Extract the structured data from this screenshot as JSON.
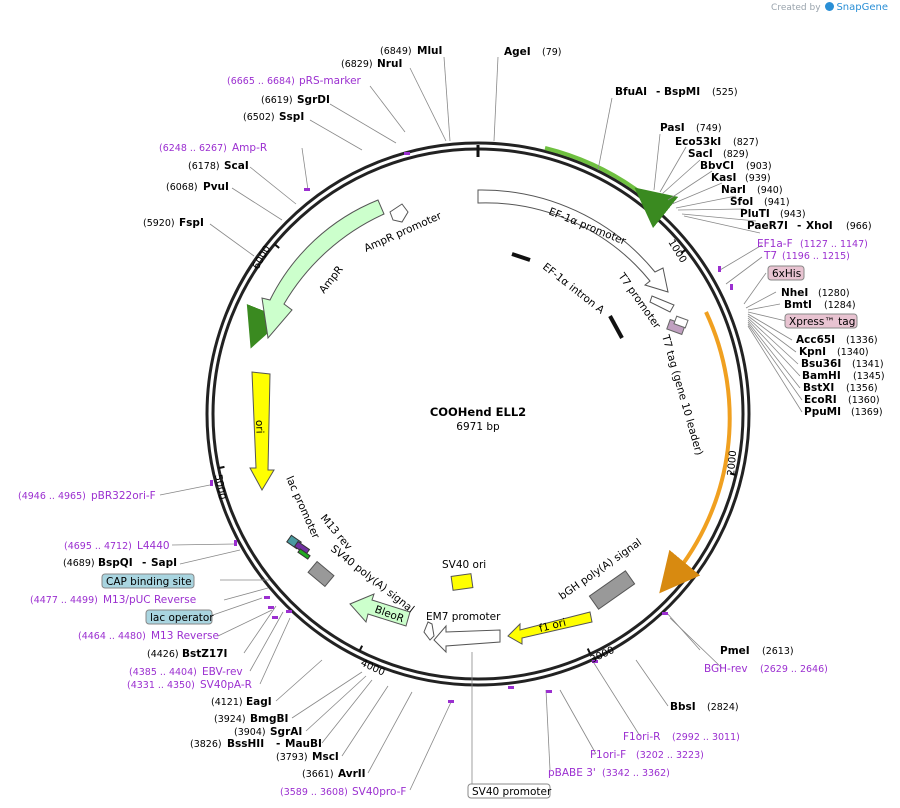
{
  "credit": {
    "created_by": "Created by",
    "brand": "SnapGene"
  },
  "plasmid": {
    "name": "COOHend ELL2",
    "size": "6971 bp"
  },
  "ticks": [
    "1000",
    "2000",
    "3000",
    "4000",
    "5000",
    "6000"
  ],
  "enzymes": {
    "mlui": {
      "pos": "(6849)",
      "name": "MluI"
    },
    "agei": {
      "name": "AgeI",
      "pos": "(79)"
    },
    "srui": {
      "pos": "(6829)",
      "name": "NruI"
    },
    "sgrdi": {
      "pos": "(6619)",
      "name": "SgrDI"
    },
    "sspi": {
      "pos": "(6502)",
      "name": "SspI"
    },
    "bfuai": {
      "name": "BfuAI",
      "sep": "-",
      "name2": "BspMI",
      "pos": "(525)"
    },
    "pasi": {
      "name": "PasI",
      "pos": "(749)"
    },
    "eco53ki": {
      "name": "Eco53kI",
      "pos": "(827)"
    },
    "saci": {
      "name": "SacI",
      "pos": "(829)"
    },
    "bbvci": {
      "name": "BbvCI",
      "pos": "(903)"
    },
    "kasi": {
      "name": "KasI",
      "pos": "(939)"
    },
    "nari": {
      "name": "NarI",
      "pos": "(940)"
    },
    "sfoi": {
      "name": "SfoI",
      "pos": "(941)"
    },
    "pluti": {
      "name": "PluTI",
      "pos": "(943)"
    },
    "paer7i": {
      "name": "PaeR7I",
      "sep": "-",
      "name2": "XhoI",
      "pos": "(966)"
    },
    "scai": {
      "pos": "(6178)",
      "name": "ScaI"
    },
    "pvui": {
      "pos": "(6068)",
      "name": "PvuI"
    },
    "fspi": {
      "pos": "(5920)",
      "name": "FspI"
    },
    "nhei": {
      "name": "NheI",
      "pos": "(1280)"
    },
    "bmti": {
      "name": "BmtI",
      "pos": "(1284)"
    },
    "acc65i": {
      "name": "Acc65I",
      "pos": "(1336)"
    },
    "kpni": {
      "name": "KpnI",
      "pos": "(1340)"
    },
    "bsu36i": {
      "name": "Bsu36I",
      "pos": "(1341)"
    },
    "bamhi": {
      "name": "BamHI",
      "pos": "(1345)"
    },
    "bstxi": {
      "name": "BstXI",
      "pos": "(1356)"
    },
    "ecori": {
      "name": "EcoRI",
      "pos": "(1360)"
    },
    "ppumi": {
      "name": "PpuMI",
      "pos": "(1369)"
    },
    "bspqi": {
      "pos": "(4689)",
      "name": "BspQI",
      "sep": "-",
      "name2": "SapI"
    },
    "bstz17i": {
      "pos": "(4426)",
      "name": "BstZ17I"
    },
    "eagi": {
      "pos": "(4121)",
      "name": "EagI"
    },
    "bmgbi": {
      "pos": "(3924)",
      "name": "BmgBI"
    },
    "sgrai": {
      "pos": "(3904)",
      "name": "SgrAI"
    },
    "bsshii": {
      "pos": "(3826)",
      "name": "BssHII",
      "sep": "-",
      "name2": "MauBI"
    },
    "msci": {
      "pos": "(3793)",
      "name": "MscI"
    },
    "avrii": {
      "pos": "(3661)",
      "name": "AvrII"
    },
    "pmei": {
      "name": "PmeI",
      "pos": "(2613)"
    },
    "bbsi": {
      "name": "BbsI",
      "pos": "(2824)"
    }
  },
  "primers": {
    "prs": {
      "pos": "(6665 .. 6684)",
      "name": "pRS-marker"
    },
    "ampr": {
      "pos": "(6248 .. 6267)",
      "name": "Amp-R"
    },
    "ef1af": {
      "name": "EF1a-F",
      "pos": "(1127 .. 1147)"
    },
    "t7": {
      "name": "T7",
      "pos": "(1196 .. 1215)"
    },
    "pbr322": {
      "pos": "(4946 .. 4965)",
      "name": "pBR322ori-F"
    },
    "l4440": {
      "pos": "(4695 .. 4712)",
      "name": "L4440"
    },
    "m13puc": {
      "pos": "(4477 .. 4499)",
      "name": "M13/pUC Reverse"
    },
    "m13rev": {
      "pos": "(4464 .. 4480)",
      "name": "M13 Reverse"
    },
    "ebvrev": {
      "pos": "(4385 .. 4404)",
      "name": "EBV-rev"
    },
    "sv40par": {
      "pos": "(4331 .. 4350)",
      "name": "SV40pA-R"
    },
    "bghrev": {
      "name": "BGH-rev",
      "pos": "(2629 .. 2646)"
    },
    "f1orir": {
      "name": "F1ori-R",
      "pos": "(2992 .. 3011)"
    },
    "f1orif": {
      "name": "F1ori-F",
      "pos": "(3202 .. 3223)"
    },
    "pbabe": {
      "name": "pBABE 3'",
      "pos": "(3342 .. 3362)"
    },
    "sv40pro": {
      "pos": "(3589 .. 3608)",
      "name": "SV40pro-F"
    }
  },
  "boxed": {
    "hisx6": "6xHis",
    "xpress": "Xpress™ tag",
    "cap": "CAP binding site",
    "lacop": "lac operator",
    "sv40prom": "SV40 promoter"
  },
  "features": {
    "ef1a_promoter": "EF-1α promoter",
    "ef1a_intron": "EF-1α intron A",
    "t7_promoter": "T7 promoter",
    "t7_tag": "T7 tag (gene 10 leader)",
    "ampr_promoter": "AmpR promoter",
    "ampr": "AmpR",
    "ori": "ori",
    "lac_promoter": "lac promoter",
    "m13_rev": "M13 rev",
    "sv40_polya": "SV40 poly(A) signal",
    "bleor": "BleoR",
    "em7": "EM7 promoter",
    "sv40_ori": "SV40 ori",
    "f1_ori": "f1 ori",
    "bgh_polya": "bGH poly(A) signal"
  },
  "colors": {
    "enzyme_text": "#000000",
    "primer_text": "#9b2fd0",
    "backbone": "#222222",
    "ampr_fill": "#ccffcc",
    "ampr_edge": "#55aa33",
    "ori_fill": "#ffff00",
    "orange_arc": "#f0a020",
    "gray_box": "#999999",
    "boxed_pink": "#e8c3d1",
    "boxed_blue": "#a9d5e0"
  }
}
